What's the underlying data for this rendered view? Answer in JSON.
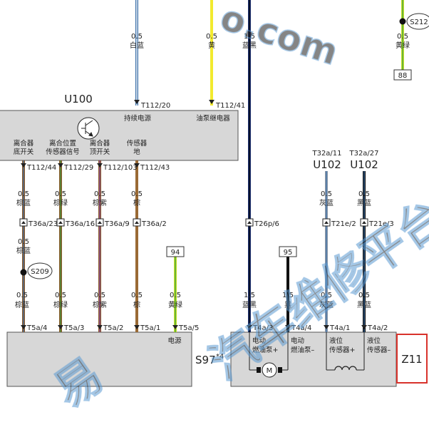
{
  "watermark": {
    "top_text": "o.com",
    "main_text": "汽车维修平台",
    "left_text": "易"
  },
  "splices": {
    "s212": "S212",
    "s209": "S209"
  },
  "connectors": {
    "c88": "88",
    "c94": "94",
    "c95": "95"
  },
  "u100": {
    "label": "U100",
    "pin_top_1": "T112/20",
    "pin_top_2": "T112/41",
    "func_1": "持续电源",
    "func_2": "油泵继电器",
    "bottom_labels": [
      [
        "离合器",
        "底开关"
      ],
      [
        "离合位置",
        "传感器信号"
      ],
      [
        "离合器",
        "顶开关"
      ],
      [
        "传感器",
        "地"
      ]
    ],
    "pins_bottom": [
      "T112/44",
      "T112/29",
      "T112/103",
      "T112/43"
    ]
  },
  "u102": {
    "label_1": "U102",
    "label_2": "U102",
    "pin_1": "T32a/11",
    "pin_2": "T32a/27"
  },
  "wires": {
    "top_1": {
      "size": "0.5",
      "color": "白蓝"
    },
    "top_2": {
      "size": "0.5",
      "color": "黄"
    },
    "top_3": {
      "size": "1.5",
      "color": "蓝黑"
    },
    "top_4": {
      "size": "0.5",
      "color": "黄绿"
    },
    "mid": [
      {
        "size": "0.5",
        "color": "棕蓝"
      },
      {
        "size": "0.5",
        "color": "棕绿"
      },
      {
        "size": "0.5",
        "color": "棕紫"
      },
      {
        "size": "0.5",
        "color": "棕"
      },
      {
        "size": "0.5",
        "color": "灰蓝"
      },
      {
        "size": "0.5",
        "color": "黑蓝"
      }
    ],
    "mid_1b": {
      "size": "0.5",
      "color": "棕蓝"
    },
    "low": [
      {
        "size": "0.5",
        "color": "棕蓝"
      },
      {
        "size": "0.5",
        "color": "棕绿"
      },
      {
        "size": "0.5",
        "color": "棕紫"
      },
      {
        "size": "0.5",
        "color": "棕"
      },
      {
        "size": "0.5",
        "color": "黄绿"
      },
      {
        "size": "1.5",
        "color": "蓝黑"
      },
      {
        "size": "1.5",
        "color": "黑"
      },
      {
        "size": "0.5",
        "color": "灰蓝"
      },
      {
        "size": "0.5",
        "color": "黑蓝"
      }
    ]
  },
  "mid_connectors": [
    "T36a/23",
    "T36a/16",
    "T36a/9",
    "T36a/2",
    "T26p/6",
    "T21e/2",
    "T21e/3"
  ],
  "s97": {
    "label": "S97",
    "sup": "*4",
    "power": "电源",
    "pins": [
      "T5a/4",
      "T5a/3",
      "T5a/2",
      "T5a/1",
      "T5a/5"
    ]
  },
  "z11": {
    "label": "Z11",
    "pins": [
      "T4a/3",
      "T4a/4",
      "T4a/1",
      "T4a/2"
    ],
    "labels": [
      [
        "电动",
        "燃油泵+"
      ],
      [
        "电动",
        "燃油泵–"
      ],
      [
        "液位",
        "传感器+"
      ],
      [
        "液位",
        "传感器–"
      ]
    ],
    "motor": "M"
  }
}
